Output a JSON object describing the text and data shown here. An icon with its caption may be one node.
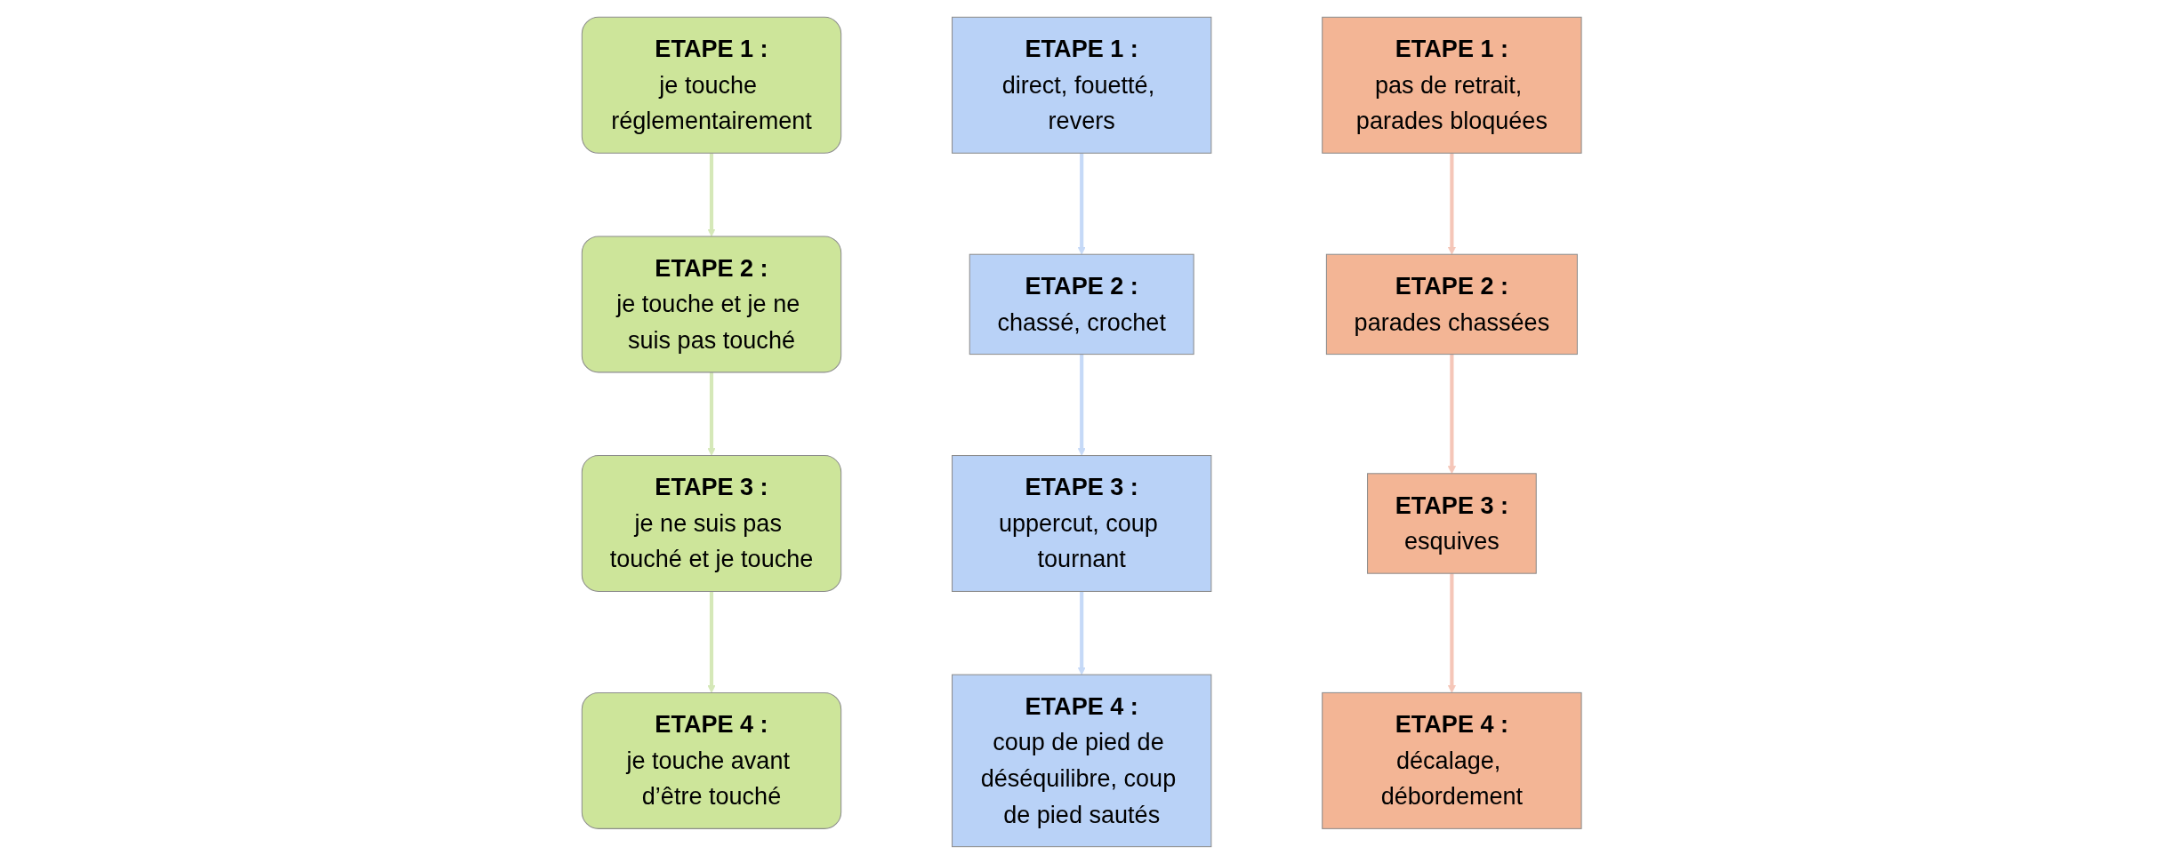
{
  "diagram": {
    "nodes": [
      {
        "text": [
          "ETAPE 1 :",
          "je touche réglementairement"
        ]
      },
      {
        "text": [
          "ETAPE 2 :",
          "je touche et je ne suis pas touché"
        ]
      },
      {
        "text": [
          "ETAPE 3 :",
          "je ne suis pas touché et je touche"
        ]
      },
      {
        "text": [
          "ETAPE 4 :",
          "je touche avant d’être touché"
        ]
      },
      {
        "text": [
          "ETAPE 1 :",
          "direct, fouetté, revers"
        ]
      },
      {
        "text": [
          "ETAPE 2 :",
          "chassé, crochet"
        ]
      },
      {
        "text": [
          "ETAPE 3 :",
          "uppercut, coup tournant"
        ]
      },
      {
        "text": [
          "ETAPE 4 :",
          "coup de pied de déséquilibre, coup de pied sautés"
        ]
      },
      {
        "text": [
          "ETAPE 1 :",
          "pas de retrait, parades bloquées"
        ]
      },
      {
        "text": [
          "ETAPE 2 :",
          "parades chassées"
        ]
      },
      {
        "text": [
          "ETAPE 3 :",
          "esquives"
        ]
      },
      {
        "text": [
          "ETAPE 4 :",
          "décalage, débordement"
        ]
      }
    ],
    "edges": [
      {
        "from": 0,
        "to": 1,
        "arrow": "to",
        "color": "#d5e8b8"
      },
      {
        "from": 1,
        "to": 2,
        "arrow": "to",
        "color": "#d5e8b8"
      },
      {
        "from": 2,
        "to": 3,
        "arrow": "to",
        "color": "#d5e8b8"
      },
      {
        "from": 4,
        "to": 5,
        "arrow": "to",
        "color": "#c5d9f7"
      },
      {
        "from": 5,
        "to": 6,
        "arrow": "to",
        "color": "#c5d9f7"
      },
      {
        "from": 6,
        "to": 7,
        "arrow": "to",
        "color": "#c5d9f7"
      },
      {
        "from": 8,
        "to": 9,
        "arrow": "to",
        "color": "#f5c6b8"
      },
      {
        "from": 9,
        "to": 10,
        "arrow": "to",
        "color": "#f5c6b8"
      },
      {
        "from": 10,
        "to": 11,
        "arrow": "to",
        "color": "#f5c6b8"
      }
    ]
  }
}
